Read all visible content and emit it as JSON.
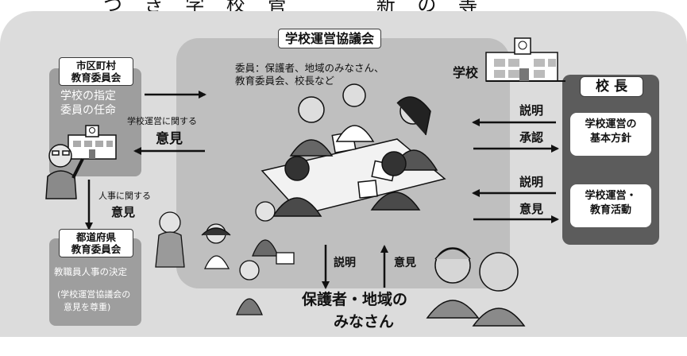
{
  "header": {
    "partial_title": "つ き 学 校 管 　　 新 の 等"
  },
  "council": {
    "title": "学校運営協議会",
    "members_line1": "委員：保護者、地域のみなさん、",
    "members_line2": "教育委員会、校長など"
  },
  "school_label": "学校",
  "municipal_board": {
    "title_line1": "市区町村",
    "title_line2": "教育委員会",
    "body_line1": "学校の指定",
    "body_line2": "委員の任命"
  },
  "arrow_opinion_to_board": {
    "small": "学校運営に関する",
    "big": "意見"
  },
  "arrow_personnel": {
    "small": "人事に関する",
    "big": "意見"
  },
  "prefectural_board": {
    "title_line1": "都道府県",
    "title_line2": "教育委員会",
    "body": "教職員人事の決定",
    "note_line1": "(学校運営協議会の",
    "note_line2": "意見を尊重)"
  },
  "principal": {
    "title": "校 長",
    "box1_line1": "学校運営の",
    "box1_line2": "基本方針",
    "box2_line1": "学校運営・",
    "box2_line2": "教育活動"
  },
  "arrows_principal": {
    "explain1": "説明",
    "approve": "承認",
    "explain2": "説明",
    "opinion": "意見"
  },
  "community": {
    "explain": "説明",
    "opinion": "意見",
    "label_line1": "保護者・地域の",
    "label_line2": "みなさん"
  }
}
